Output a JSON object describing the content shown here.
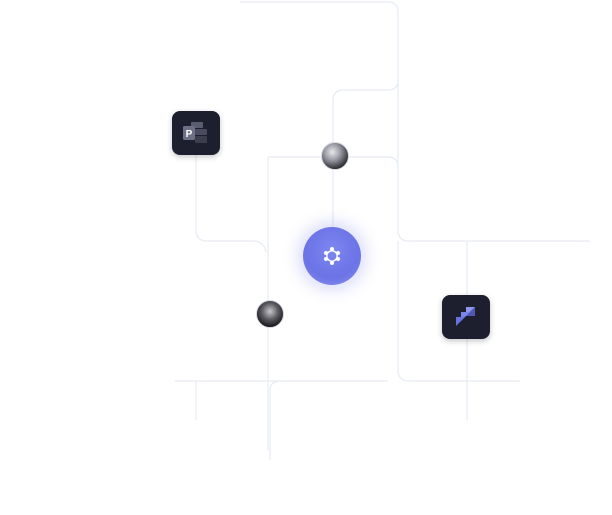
{
  "colors": {
    "background": "#ffffff",
    "connector": "#e6ebf3",
    "tile": "#1e1f2e",
    "hub": "#6b73e6",
    "hub_icon": "#ffffff"
  },
  "nodes": {
    "project_tile": {
      "icon": "microsoft-project-icon",
      "letter": "P"
    },
    "jira_tile": {
      "icon": "jira-icon"
    },
    "hub": {
      "icon": "hub-network-icon"
    },
    "avatar_top": {
      "icon": "user-avatar"
    },
    "avatar_left": {
      "icon": "user-avatar"
    }
  }
}
